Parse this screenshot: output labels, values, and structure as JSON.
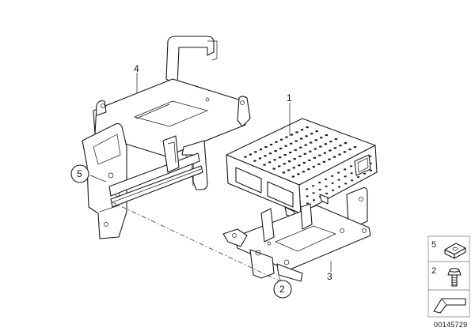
{
  "callouts": {
    "c1": "1",
    "c2": "2",
    "c3": "3",
    "c4": "4",
    "c5": "5"
  },
  "legend": {
    "item_top": "5",
    "item_mid": "2"
  },
  "document_number": "00145729",
  "colors": {
    "line": "#1a1a1a",
    "background": "#ffffff",
    "legend_border": "#888888"
  },
  "icons": [
    "clip-nut-icon",
    "bolt-icon",
    "insulation-strip-icon"
  ]
}
